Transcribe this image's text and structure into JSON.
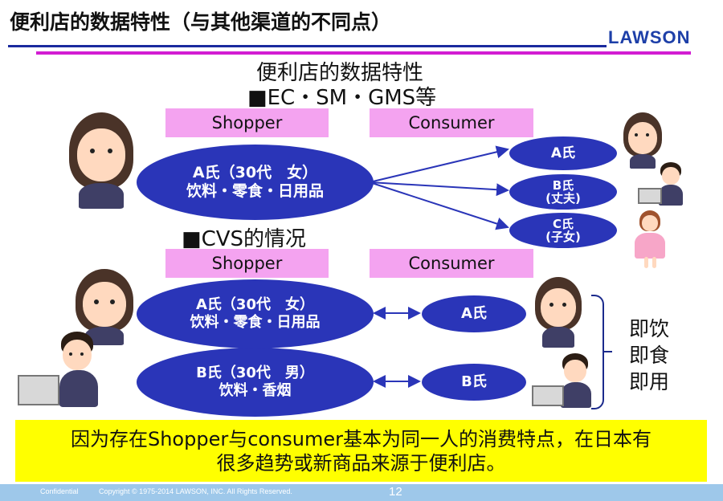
{
  "header": {
    "title": "便利店的数据特性（与其他渠道的不同点）",
    "logo": "LAWSON"
  },
  "section_top": {
    "heading": "便利店的数据特性",
    "sub": "■EC・SM・GMS等",
    "shopper_label": "Shopper",
    "consumer_label": "Consumer",
    "shopper_ellipse": {
      "line1": "A氏（30代　女）",
      "line2": "饮料・零食・日用品"
    },
    "consumers": [
      {
        "line1": "A氏",
        "line2": ""
      },
      {
        "line1": "B氏",
        "line2": "(丈夫)"
      },
      {
        "line1": "C氏",
        "line2": "(子女)"
      }
    ]
  },
  "section_bottom": {
    "heading": "■CVS的情况",
    "shopper_label": "Shopper",
    "consumer_label": "Consumer",
    "shoppers": [
      {
        "line1": "A氏（30代　女）",
        "line2": "饮料・零食・日用品"
      },
      {
        "line1": "B氏（30代　男）",
        "line2": "饮料・香烟"
      }
    ],
    "consumers": [
      {
        "label": "A氏"
      },
      {
        "label": "B氏"
      }
    ],
    "side_labels": [
      "即饮",
      "即食",
      "即用"
    ]
  },
  "conclusion": {
    "line1": "因为存在Shopper与consumer基本为同一人的消费特点，在日本有",
    "line2": "很多趋势或新商品来源于便利店。"
  },
  "footer": {
    "confidential": "Confidential",
    "copyright": "Copyright © 1975-2014 LAWSON, INC. All Rights Reserved.",
    "page": "12"
  },
  "colors": {
    "ellipse": "#2a35b8",
    "pink_box": "#f4a3f0",
    "highlight": "#ffff00",
    "footer": "#9ec8ea",
    "rule_blue": "#1a2a9e",
    "rule_pink": "#d21dd2"
  }
}
